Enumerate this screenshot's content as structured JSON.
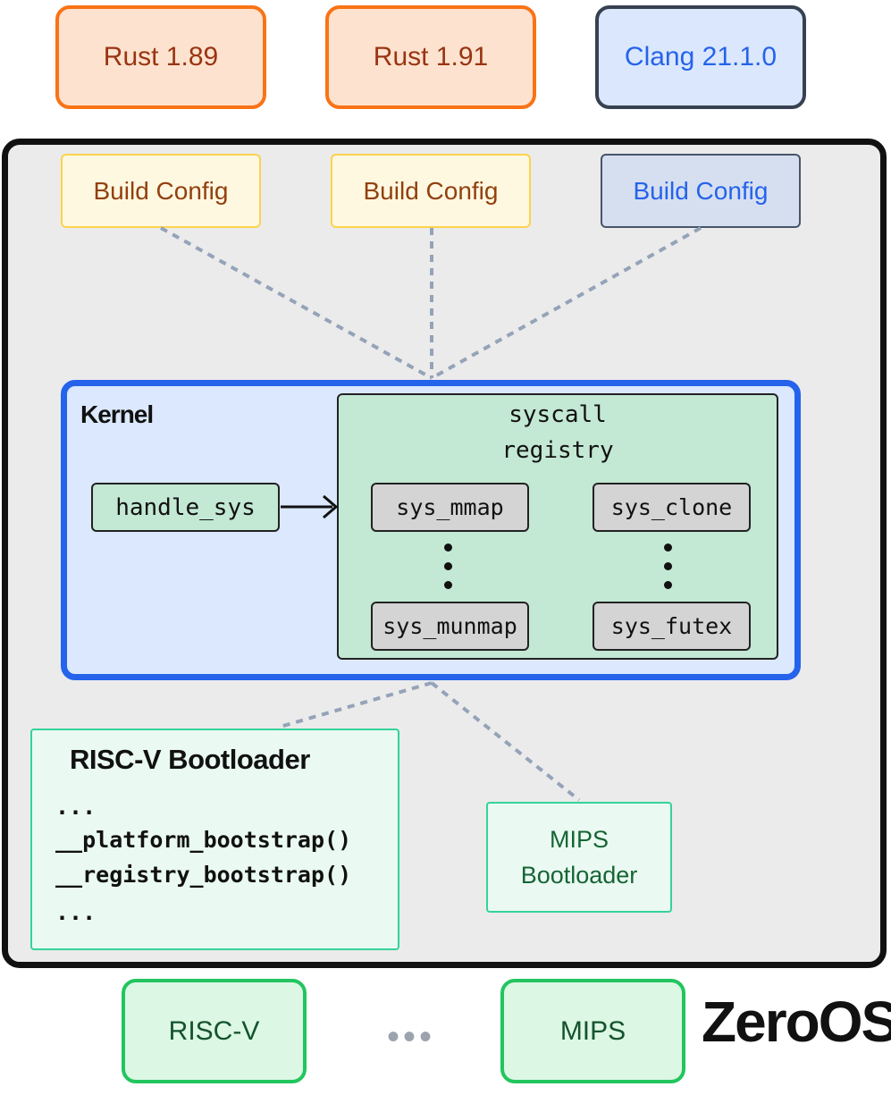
{
  "toolchains": [
    {
      "label": "Rust 1.89",
      "color": "#f97316"
    },
    {
      "label": "Rust 1.91",
      "color": "#f97316"
    },
    {
      "label": "Clang 21.1.0",
      "color": "#2563eb"
    }
  ],
  "build_configs": [
    {
      "label": "Build Config"
    },
    {
      "label": "Build Config"
    },
    {
      "label": "Build Config"
    }
  ],
  "kernel": {
    "label": "Kernel",
    "handler": "handle_sys",
    "registry": {
      "title": "syscall\nregistry",
      "syscalls": [
        "sys_mmap",
        "sys_clone",
        "sys_munmap",
        "sys_futex"
      ]
    }
  },
  "bootloaders": {
    "riscv": {
      "title": "RISC-V Bootloader",
      "code": [
        "...",
        "__platform_bootstrap()",
        "__registry_bootstrap()",
        "..."
      ]
    },
    "mips": {
      "label": "MIPS\nBootloader"
    }
  },
  "hardware": [
    {
      "label": "RISC-V"
    },
    {
      "label": "•••"
    },
    {
      "label": "MIPS"
    }
  ],
  "system_name": "ZeroOS",
  "colors": {
    "connector": "#94a3b8",
    "kernel_border": "#2563eb",
    "registry_fill": "#c3e8d4",
    "hardware_border": "#22c55e"
  }
}
